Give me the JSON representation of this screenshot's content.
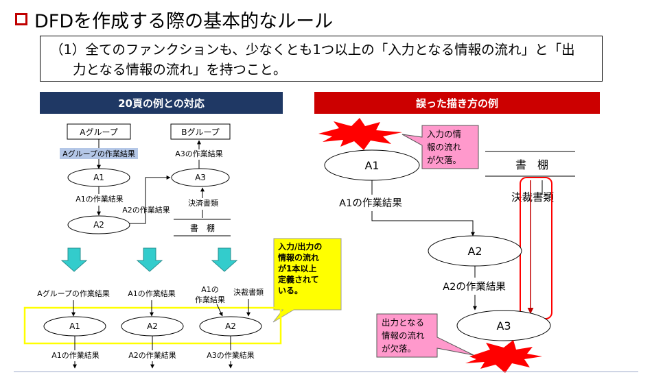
{
  "title": "DFDを作成する際の基本的なルール",
  "rule": {
    "line1": "（1）全てのファンクションも、少なくとも1つ以上の「入力となる情報の流れ」と「出",
    "line2": "力となる情報の流れ」を持つこと。"
  },
  "left_header": "20頁の例との対応",
  "right_header": "誤った描き方の例",
  "left": {
    "a_group": "Aグループ",
    "b_group": "Bグループ",
    "a_group_result": "Aグループの作業結果",
    "a3_result": "A3の作業結果",
    "a1": "A1",
    "a3": "A3",
    "a1_result": "A1の作業結果",
    "a2_result": "A2の作業結果",
    "settlement_doc": "決済書類",
    "a2": "A2",
    "shelf": "書　棚",
    "callout": [
      "入力/出力の",
      "情報の流れ",
      "が1本以上",
      "定義されて",
      "いる。"
    ],
    "bottom": {
      "in1": "Aグループの作業結果",
      "in2": "A1の作業結果",
      "in3a": "A1の",
      "in3b": "作業結果",
      "in4": "決裁書類",
      "p1": "A1",
      "p2": "A2",
      "p3": "A2",
      "out1": "A1の作業結果",
      "out2": "A2の作業結果",
      "out3": "A3の作業結果"
    }
  },
  "right": {
    "callout_top": [
      "入力の情",
      "報の流れ",
      "が欠落。"
    ],
    "a1": "A1",
    "shelf": "書　棚",
    "approval_doc": "決裁書類",
    "a1_result": "A1の作業結果",
    "a2": "A2",
    "a2_result": "A2の作業結果",
    "a3": "A3",
    "callout_bottom": [
      "出力となる",
      "情報の流れ",
      "が欠落。"
    ]
  },
  "colors": {
    "left_header": "#1f3864",
    "right_header": "#cc0000",
    "highlight_box": "#ffff00",
    "callout_yellow": "#ffff00",
    "callout_pink": "#ff99cc",
    "burst_red": "#ff0000",
    "down_arrow": "#33cccc",
    "error_outline": "#ff0000"
  }
}
